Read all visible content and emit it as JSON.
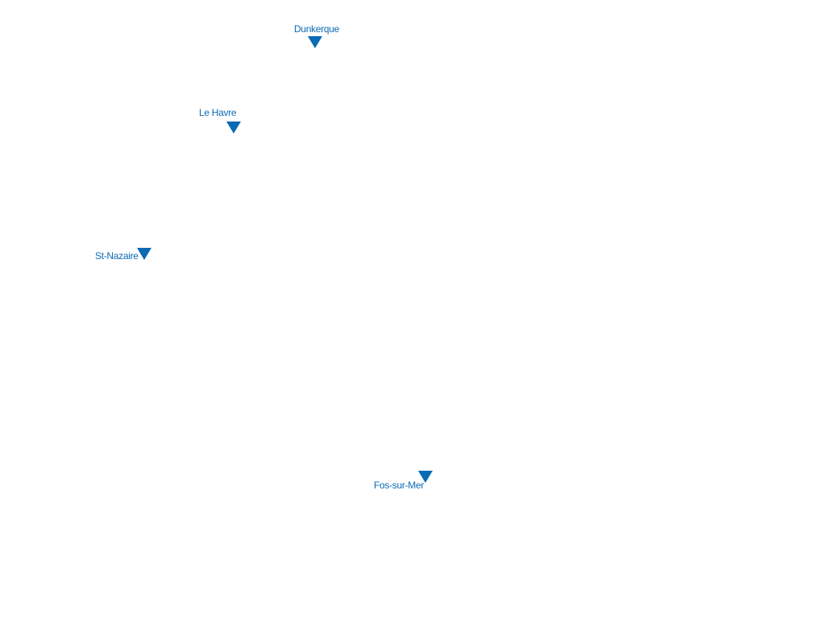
{
  "map": {
    "marker_color": "#0a6ab4",
    "marker_icon": "triangle-down-icon",
    "ports": [
      {
        "id": "dunkerque",
        "name": "Dunkerque"
      },
      {
        "id": "lehavre",
        "name": "Le Havre"
      },
      {
        "id": "stnazaire",
        "name": "St-Nazaire"
      },
      {
        "id": "fos",
        "name": "Fos-sur-Mer"
      }
    ]
  }
}
